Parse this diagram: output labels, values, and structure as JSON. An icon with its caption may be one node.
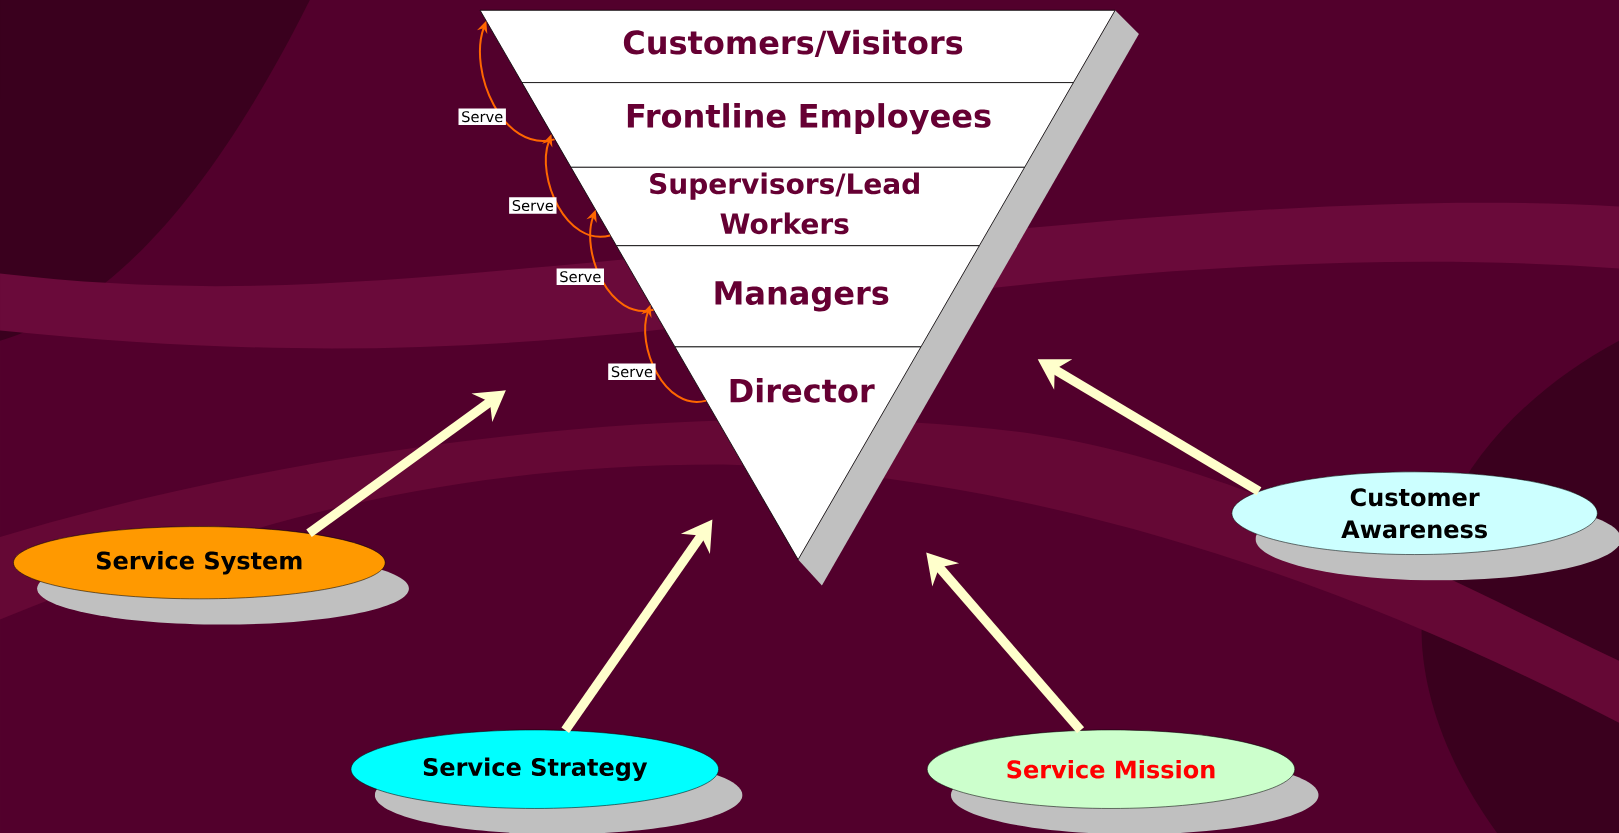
{
  "diagram": {
    "nodes": [
      {
        "text": [
          "Customers/Visitors"
        ]
      },
      {
        "text": [
          "Frontline Employees"
        ]
      },
      {
        "text": [
          "Supervisors/Lead Workers"
        ]
      },
      {
        "text": [
          "Managers"
        ]
      },
      {
        "text": [
          "Director"
        ]
      },
      {
        "text": [
          "Service System"
        ]
      },
      {
        "text": [
          "Customer Awareness"
        ]
      },
      {
        "text": [
          "Service Strategy"
        ]
      },
      {
        "text": [
          "Service Mission"
        ]
      }
    ],
    "edges": [
      {
        "from": 4,
        "to": 3,
        "arrow": "to",
        "label": "Serve",
        "color": "#ff6600"
      },
      {
        "from": 3,
        "to": 2,
        "arrow": "to",
        "label": "Serve",
        "color": "#ff6600"
      },
      {
        "from": 2,
        "to": 1,
        "arrow": "to",
        "label": "Serve",
        "color": "#ff6600"
      },
      {
        "from": 1,
        "to": 0,
        "arrow": "to",
        "label": "Serve",
        "color": "#ff6600"
      },
      {
        "from": 5,
        "to": null,
        "arrow": "to",
        "style": "thick",
        "color": "#ffffcc"
      },
      {
        "from": 6,
        "to": null,
        "arrow": "to",
        "style": "thick",
        "color": "#ffffcc"
      },
      {
        "from": 7,
        "to": null,
        "arrow": "to",
        "style": "thick",
        "color": "#ffffcc"
      },
      {
        "from": 8,
        "to": null,
        "arrow": "to",
        "style": "thick",
        "color": "#ffffcc"
      }
    ]
  }
}
